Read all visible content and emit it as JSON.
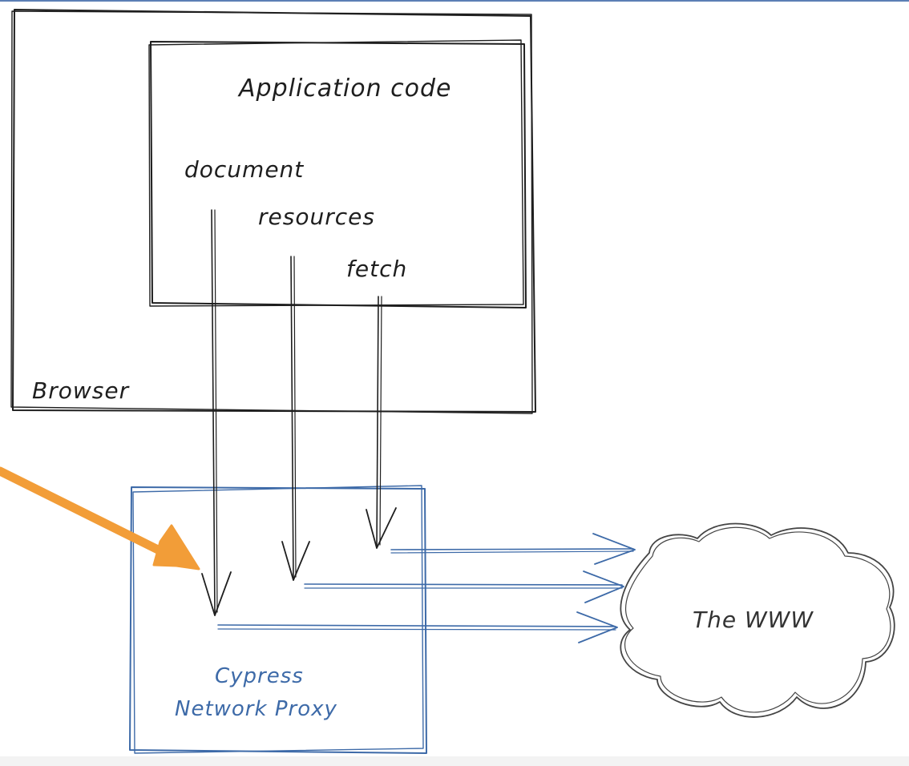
{
  "boxes": {
    "browser": {
      "label": "Browser"
    },
    "application": {
      "label": "Application code"
    },
    "proxy": {
      "label_line1": "Cypress",
      "label_line2": "Network Proxy"
    },
    "cloud": {
      "label": "The WWW"
    }
  },
  "requests": [
    {
      "label": "document"
    },
    {
      "label": "resources"
    },
    {
      "label": "fetch"
    }
  ],
  "colors": {
    "ink": "#1e1e1e",
    "proxy_blue": "#3d6aa8",
    "pointer_orange": "#f29d38",
    "cloud_gray": "#444444"
  },
  "icons": {
    "pointer": "orange-arrow-icon"
  }
}
